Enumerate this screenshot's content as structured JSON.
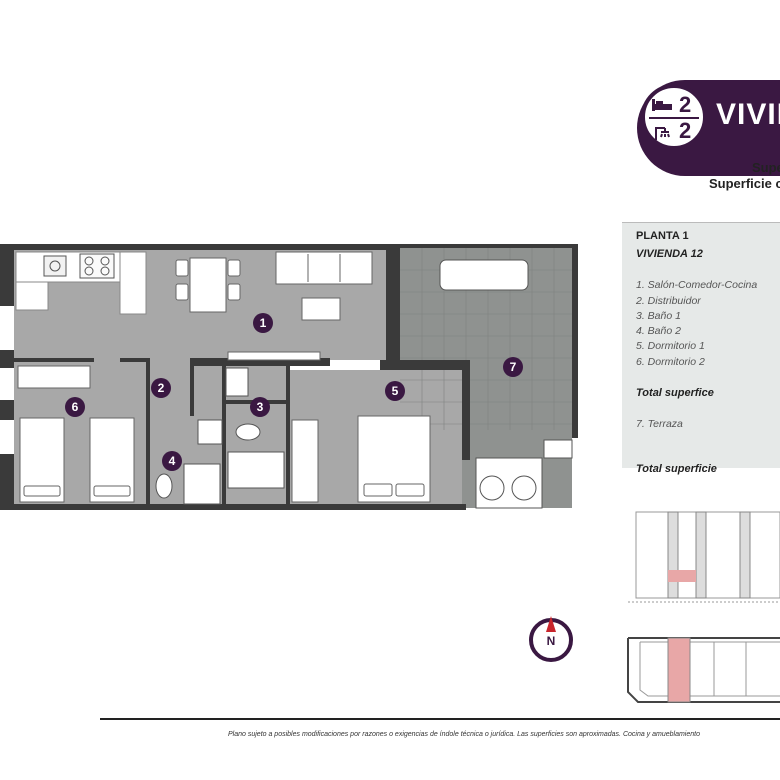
{
  "header": {
    "title": "VIVIE",
    "bedrooms": "2",
    "bathrooms": "2",
    "superficie_line1": "Supe",
    "superficie_line2": "Superficie co"
  },
  "legend": {
    "planta": "PLANTA 1",
    "vivienda": "VIVIENDA 12",
    "rooms": [
      "1. Salón-Comedor-Cocina",
      "2. Distribuidor",
      "3. Baño 1",
      "4. Baño 2",
      "5. Dormitorio 1",
      "6. Dormitorio 2"
    ],
    "total_1": "Total superfice",
    "terrace": "7. Terraza",
    "total_2": "Total superficie"
  },
  "plan": {
    "labels": [
      "1",
      "2",
      "3",
      "4",
      "5",
      "6",
      "7"
    ]
  },
  "compass_label": "N",
  "footer": {
    "disclaimer": "Plano sujeto a posibles modificaciones por razones o exigencias de índole técnica o jurídica. Las superficies son aproximadas. Cocina y amueblamiento"
  },
  "colors": {
    "brand": "#3a1842",
    "floor": "#a8a8a8",
    "terrace": "#8f9290",
    "wall": "#3a3a3a",
    "panel": "#e6e9e8",
    "highlight": "#e8a7a7"
  },
  "icons": [
    "bed-icon",
    "shower-icon",
    "compass-icon",
    "sofa-icon",
    "table-icon",
    "bed-icon",
    "toilet-icon",
    "sink-icon"
  ]
}
